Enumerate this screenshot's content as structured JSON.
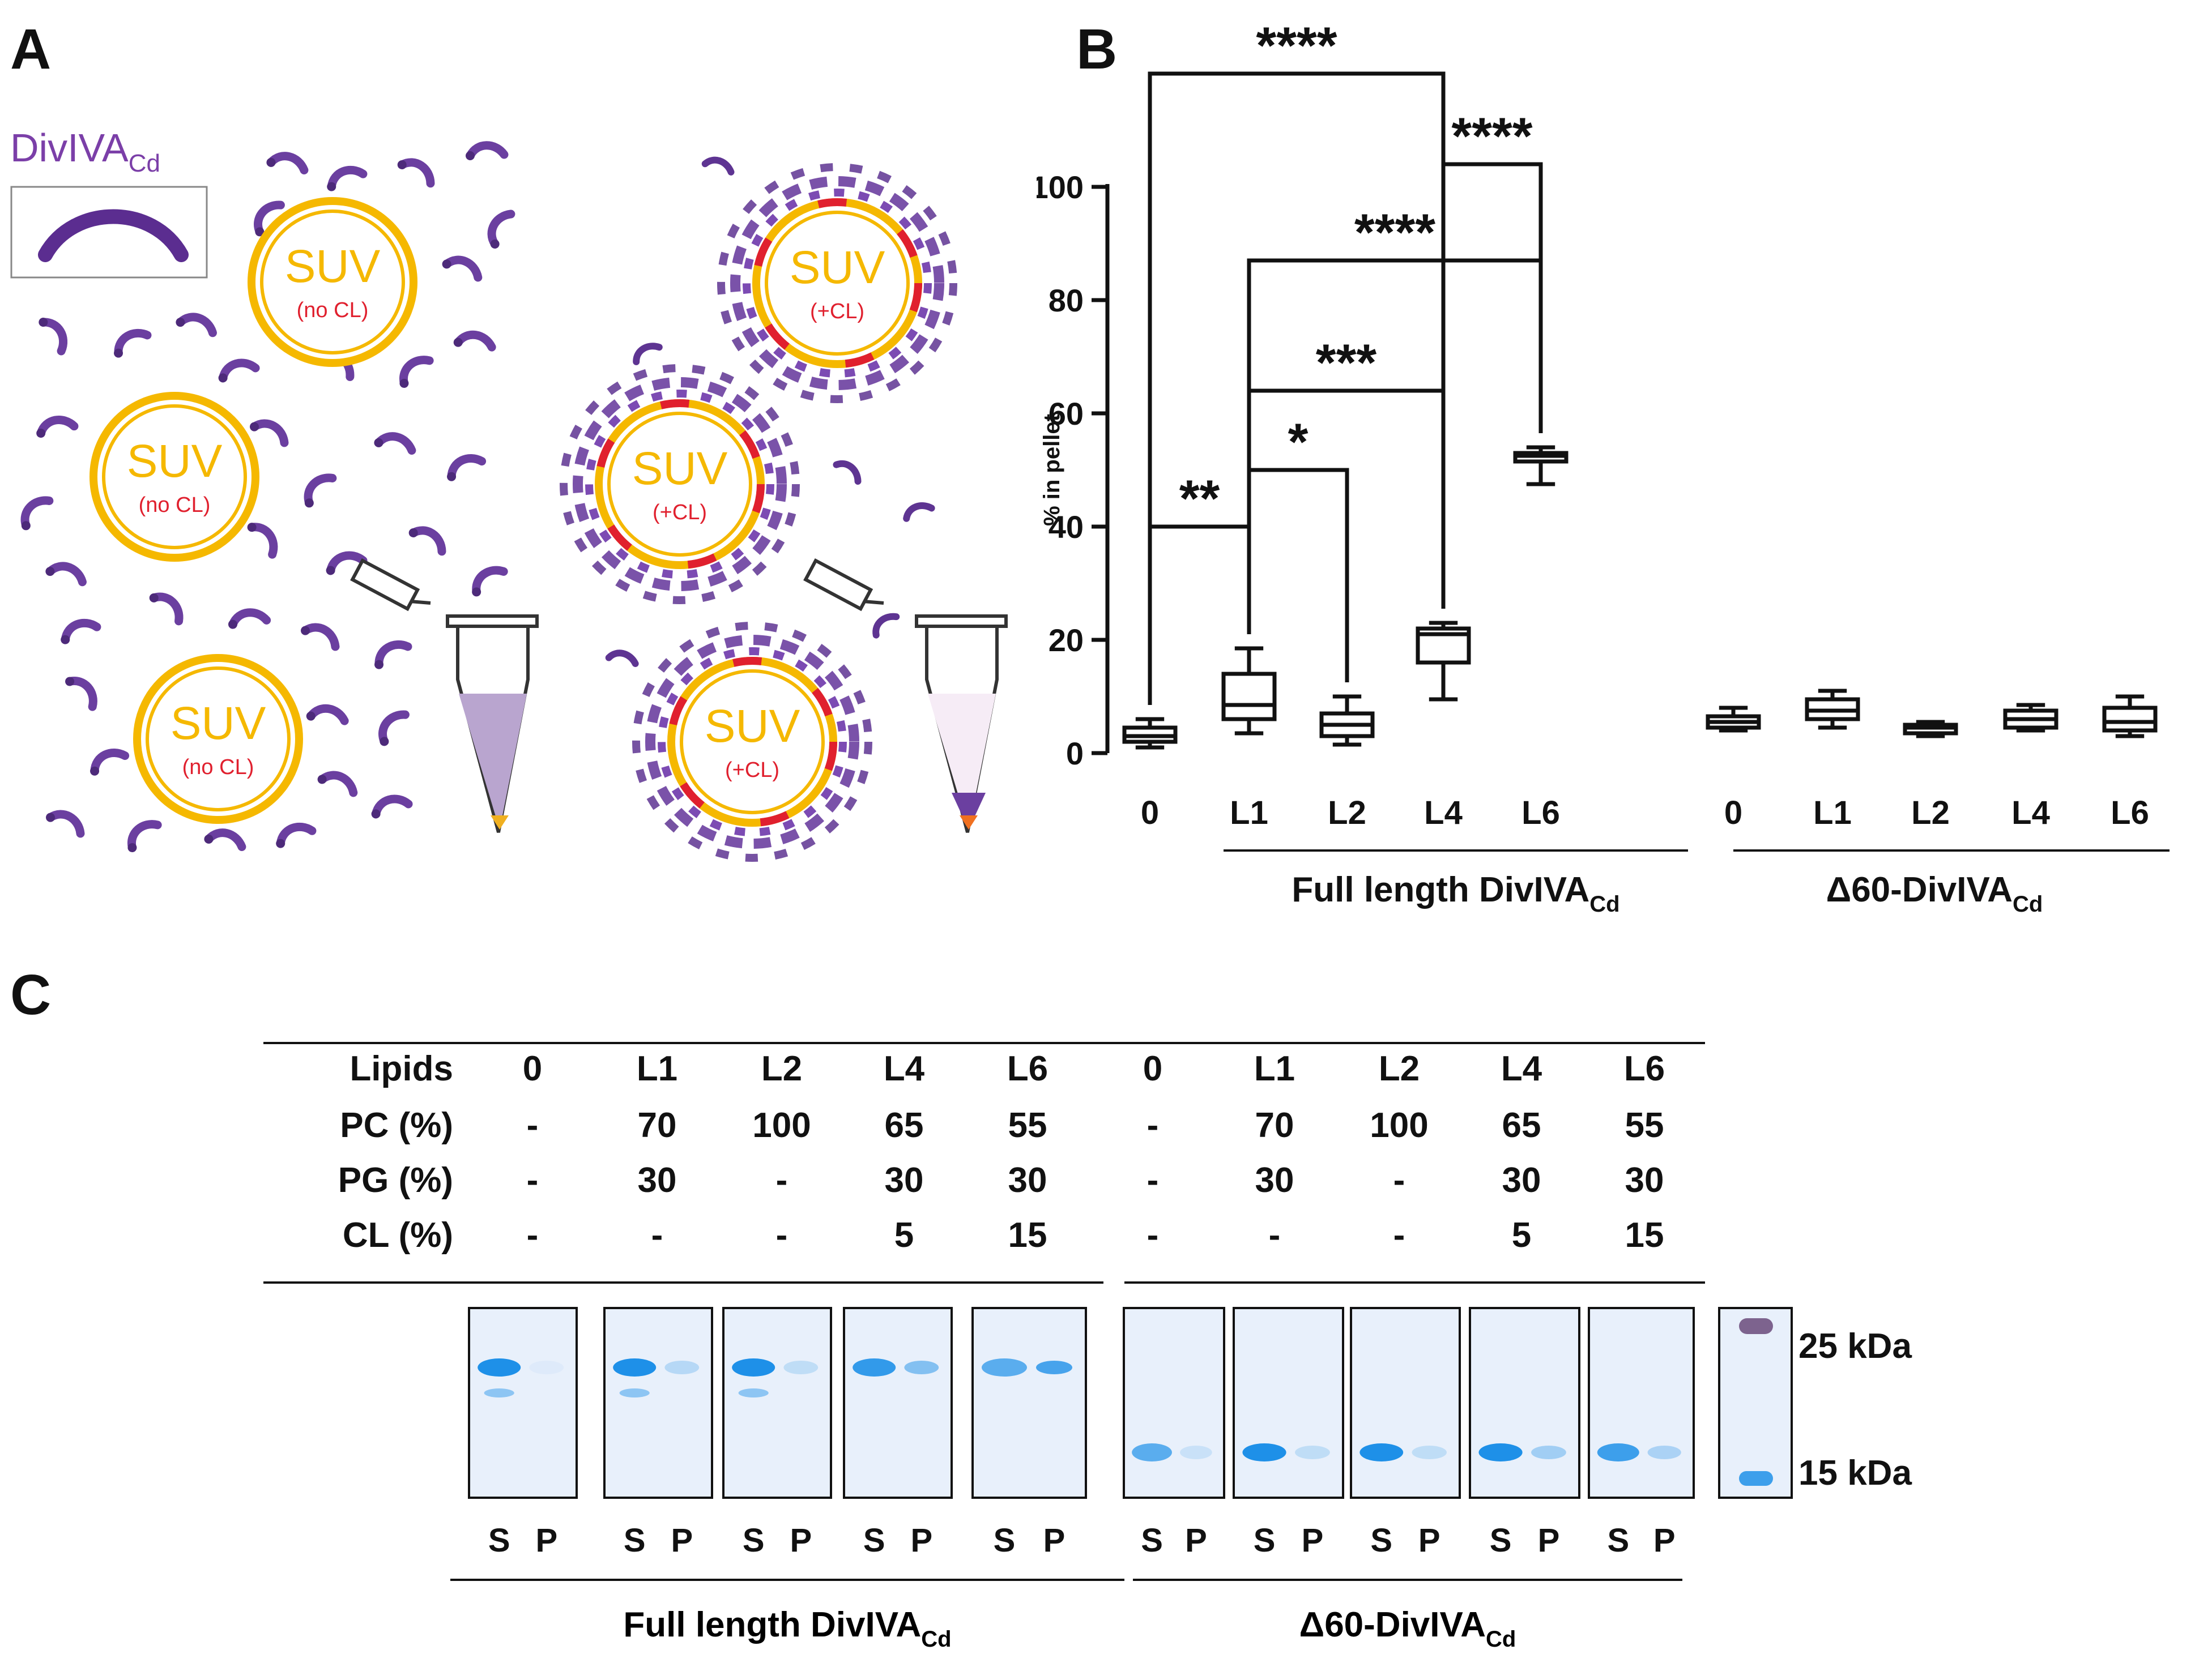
{
  "panels": {
    "a": "A",
    "b": "B",
    "c": "C"
  },
  "panel_a": {
    "protein_label": "DivIVA",
    "protein_label_sub": "Cd",
    "suv_label": "SUV",
    "no_cl_label": "(no CL)",
    "cl_label": "(+CL)",
    "colors": {
      "protein": "#6b3fa0",
      "suv_ring": "#f5b800",
      "cardiolipin": "#e0202e",
      "suv_text": "#f5b800"
    }
  },
  "chart_data": {
    "type": "box",
    "ylabel": "% in pellet",
    "ylim": [
      0,
      100
    ],
    "yticks": [
      "0",
      "20",
      "40",
      "60",
      "80",
      "100"
    ],
    "categories": [
      "0",
      "L1",
      "L2",
      "L4",
      "L6",
      "0",
      "L1",
      "L2",
      "L4",
      "L6"
    ],
    "groups": [
      {
        "name": "Full length DivIVA",
        "sub": "Cd"
      },
      {
        "name": "Δ60-DivIVA",
        "sub": "Cd"
      }
    ],
    "boxes": [
      {
        "min": 1,
        "q1": 2,
        "median": 3,
        "q3": 4.5,
        "max": 6
      },
      {
        "min": 3.5,
        "q1": 6,
        "median": 8.5,
        "q3": 14,
        "max": 18.5
      },
      {
        "min": 1.5,
        "q1": 3,
        "median": 5,
        "q3": 7,
        "max": 10
      },
      {
        "min": 9.5,
        "q1": 16,
        "median": 21,
        "q3": 22,
        "max": 23
      },
      {
        "min": 47.5,
        "q1": 51.5,
        "median": 52.5,
        "q3": 53,
        "max": 54
      },
      {
        "min": 4,
        "q1": 4.5,
        "median": 5.5,
        "q3": 6.5,
        "max": 8
      },
      {
        "min": 4.5,
        "q1": 6,
        "median": 7.5,
        "q3": 9.5,
        "max": 11
      },
      {
        "min": 3,
        "q1": 3.5,
        "median": 4.5,
        "q3": 5,
        "max": 5.5
      },
      {
        "min": 4,
        "q1": 4.5,
        "median": 6,
        "q3": 7.5,
        "max": 8.5
      },
      {
        "min": 3,
        "q1": 4,
        "median": 5.5,
        "q3": 8,
        "max": 10
      }
    ],
    "significance": [
      {
        "from": 0,
        "to": 1,
        "stars": "**",
        "level": 40
      },
      {
        "from": 1,
        "to": 2,
        "stars": "*",
        "level": 50
      },
      {
        "from": 1,
        "to": 3,
        "stars": "***",
        "level": 64
      },
      {
        "from": 1,
        "to": 4,
        "stars": "****",
        "level": 87
      },
      {
        "from": 3,
        "to": 4,
        "stars": "****",
        "level": 104
      },
      {
        "from": 0,
        "to": 3,
        "stars": "****",
        "level": 120
      }
    ]
  },
  "panel_c": {
    "rows": [
      {
        "label": "Lipids",
        "values": [
          "0",
          "L1",
          "L2",
          "L4",
          "L6",
          "0",
          "L1",
          "L2",
          "L4",
          "L6"
        ]
      },
      {
        "label": "PC (%)",
        "values": [
          "-",
          "70",
          "100",
          "65",
          "55",
          "-",
          "70",
          "100",
          "65",
          "55"
        ]
      },
      {
        "label": "PG (%)",
        "values": [
          "-",
          "30",
          "-",
          "30",
          "30",
          "-",
          "30",
          "-",
          "30",
          "30"
        ]
      },
      {
        "label": "CL (%)",
        "values": [
          "-",
          "-",
          "-",
          "5",
          "15",
          "-",
          "-",
          "-",
          "5",
          "15"
        ]
      }
    ],
    "lane_labels": [
      "S",
      "P"
    ],
    "groups": [
      {
        "name": "Full length DivIVA",
        "sub": "Cd"
      },
      {
        "name": "Δ60-DivIVA",
        "sub": "Cd"
      }
    ],
    "markers": [
      "25 kDa",
      "15 kDa"
    ],
    "gels": [
      {
        "s": 1.0,
        "p": 0.05,
        "low": true
      },
      {
        "s": 1.0,
        "p": 0.25,
        "low": true
      },
      {
        "s": 1.0,
        "p": 0.2,
        "low": true
      },
      {
        "s": 0.9,
        "p": 0.5,
        "low": false
      },
      {
        "s": 0.7,
        "p": 0.8,
        "low": false
      },
      {
        "s": 0.7,
        "p": 0.15,
        "low": false
      },
      {
        "s": 1.0,
        "p": 0.2,
        "low": false
      },
      {
        "s": 1.0,
        "p": 0.2,
        "low": false
      },
      {
        "s": 1.0,
        "p": 0.35,
        "low": false
      },
      {
        "s": 0.85,
        "p": 0.3,
        "low": false
      }
    ],
    "colors": {
      "band": "#1e90e8",
      "gel_bg": "#e8f0fb"
    }
  }
}
